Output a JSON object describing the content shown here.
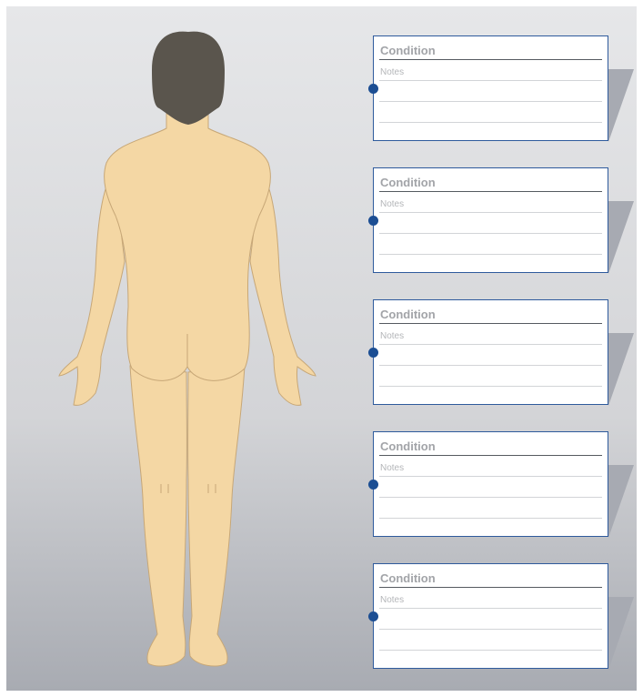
{
  "colors": {
    "skin": "#f4d7a4",
    "skin_outline": "#c7a777",
    "hair": "#5a554d",
    "card_border": "#2e5a9c",
    "marker": "#1c4e93"
  },
  "cards": [
    {
      "title": "Condition",
      "notes_label": "Notes"
    },
    {
      "title": "Condition",
      "notes_label": "Notes"
    },
    {
      "title": "Condition",
      "notes_label": "Notes"
    },
    {
      "title": "Condition",
      "notes_label": "Notes"
    },
    {
      "title": "Condition",
      "notes_label": "Notes"
    }
  ]
}
